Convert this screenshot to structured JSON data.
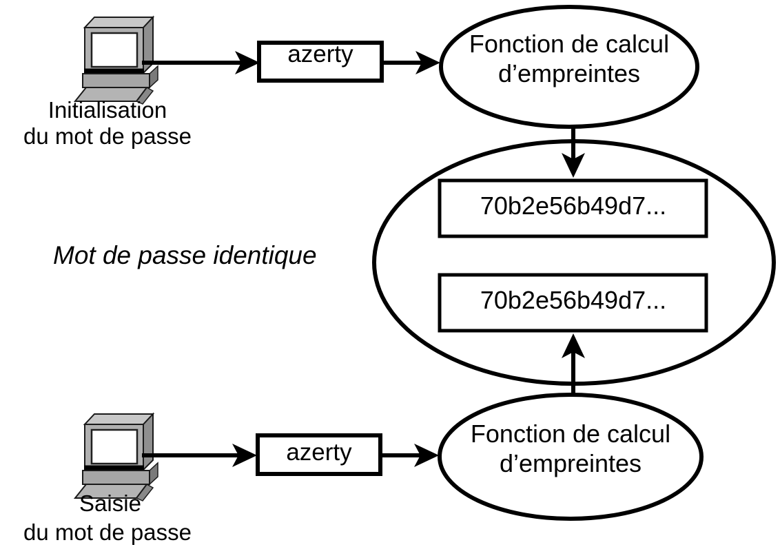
{
  "diagram_title": "Password hash comparison diagram",
  "colors": {
    "background": "#ffffff",
    "stroke": "#000000",
    "computer_body": "#b0b0b0",
    "computer_top": "#c8c8c8",
    "computer_side": "#8f8f8f",
    "computer_base": "#a6a6a6",
    "computer_base_side": "#7a7a7a",
    "computer_keyboard": "#b4b4b4",
    "computer_keyboard_side": "#888888",
    "screen": "#ffffff"
  },
  "nodes": {
    "top_computer": {
      "icon": "desktop-computer",
      "label_line1": "Initialisation",
      "label_line2": "du mot de passe"
    },
    "bottom_computer": {
      "icon": "desktop-computer",
      "label_line1": "Saisie",
      "label_line2": "du mot de passe"
    },
    "top_password_box": {
      "value": "azerty"
    },
    "bottom_password_box": {
      "value": "azerty"
    },
    "top_hash_function": {
      "line1": "Fonction de calcul",
      "line2": "d’empreintes"
    },
    "bottom_hash_function": {
      "line1": "Fonction de calcul",
      "line2": "d’empreintes"
    },
    "stored_hash_box": {
      "value": "70b2e56b49d7..."
    },
    "computed_hash_box": {
      "value": "70b2e56b49d7..."
    },
    "comparison_note": {
      "text": "Mot de passe identique"
    }
  }
}
